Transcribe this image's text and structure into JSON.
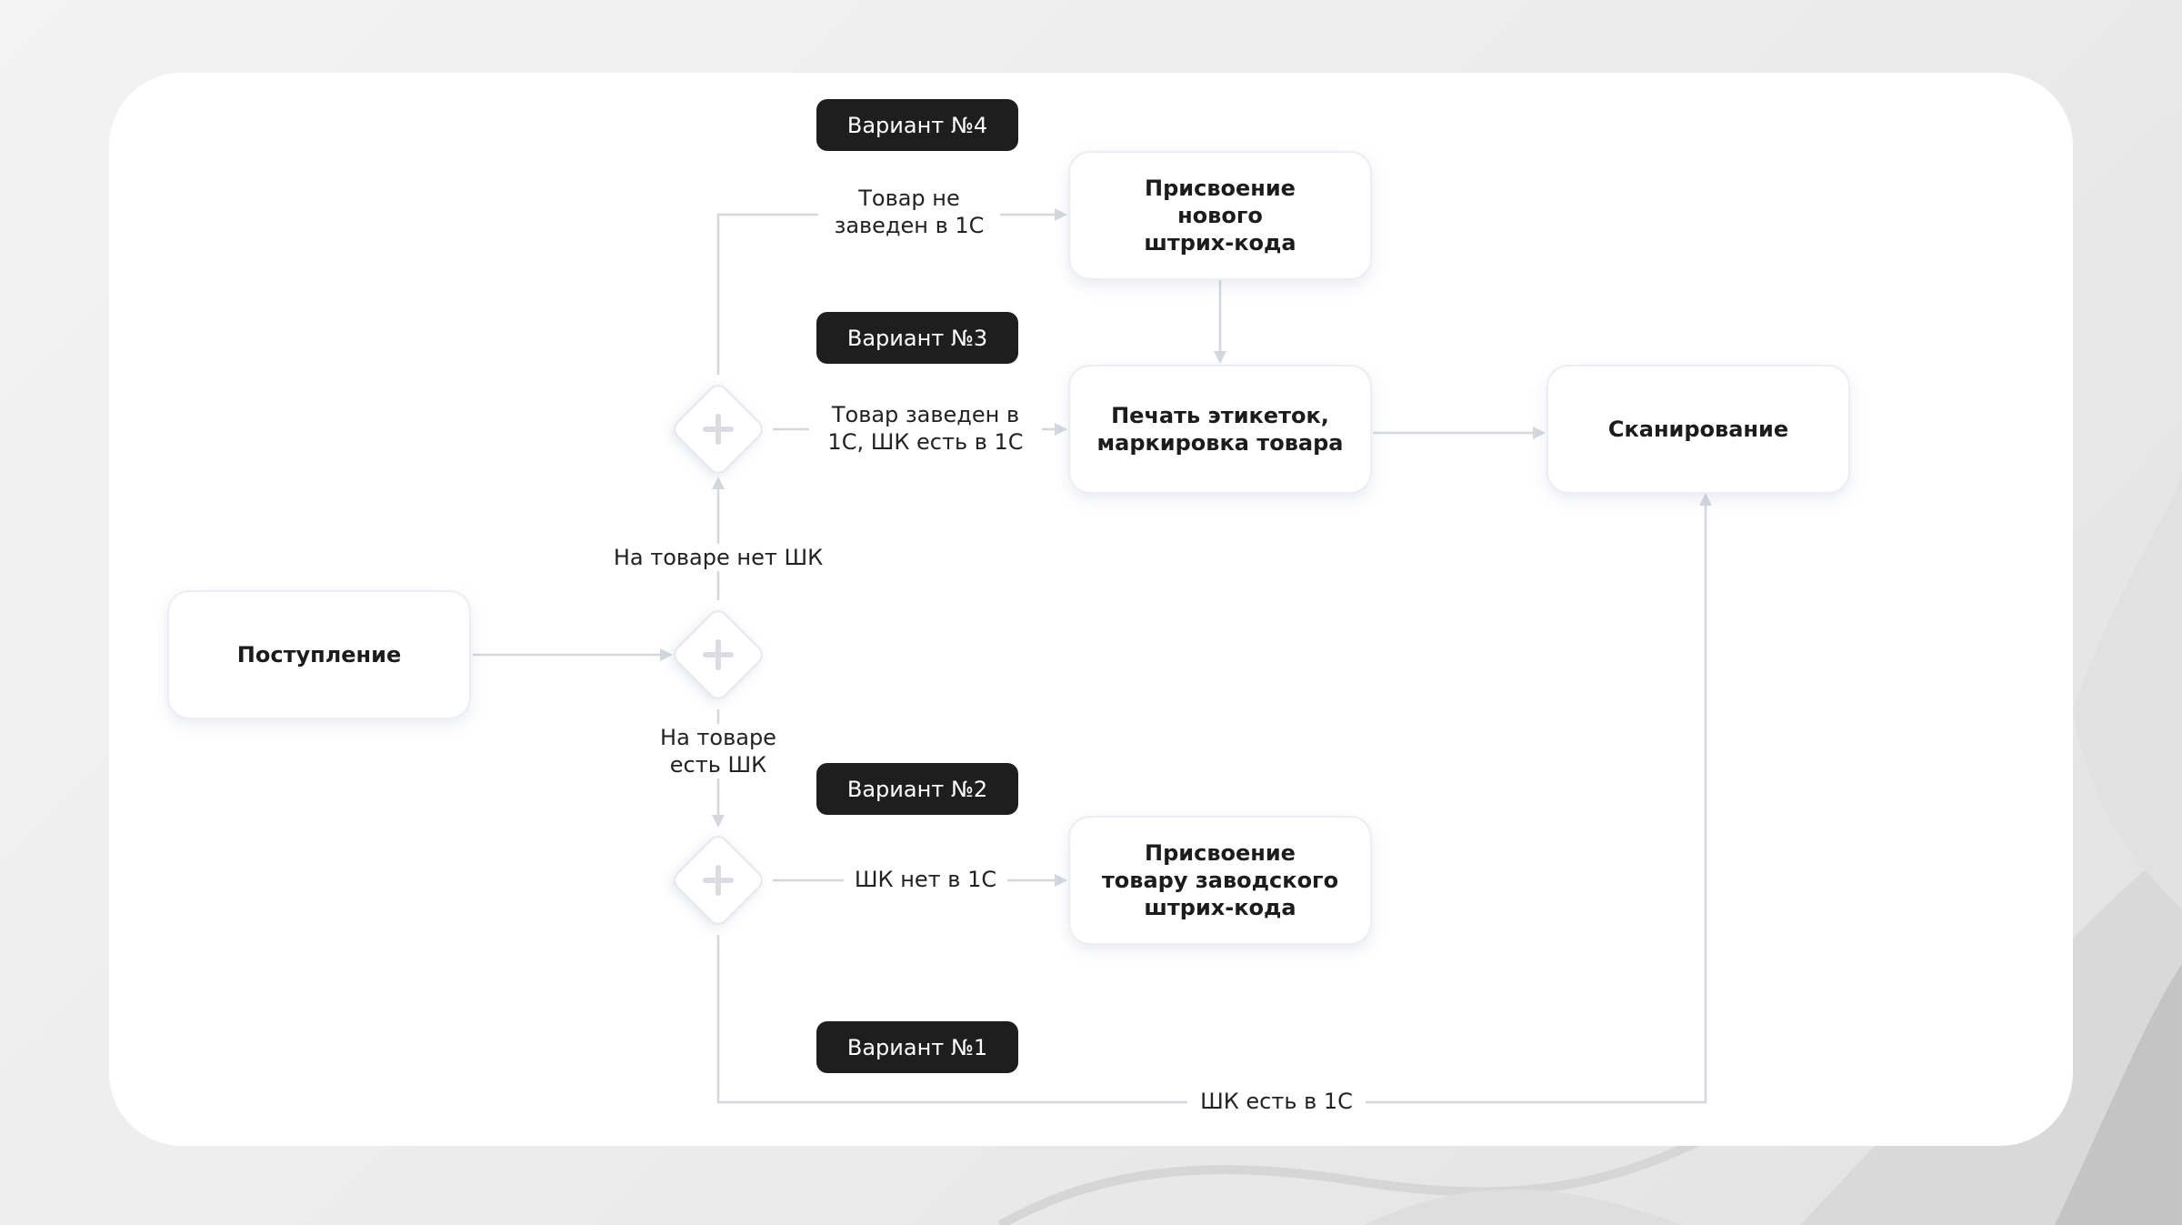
{
  "nodes": {
    "receipt": "Поступление",
    "new_barcode": "Присвоение\nнового\nштрих-кода",
    "print_labels": "Печать этикеток,\nмаркировка товара",
    "scanning": "Сканирование",
    "factory_barcode": "Присвоение\nтовару заводского\nштрих-кода"
  },
  "badges": {
    "variant4": "Вариант №4",
    "variant3": "Вариант №3",
    "variant2": "Вариант №2",
    "variant1": "Вариант №1"
  },
  "edge_labels": {
    "not_in_1c": "Товар не\nзаведен в 1С",
    "in_1c_barcode_in_1c": "Товар заведен в\n1С, ШК есть в 1С",
    "no_barcode_on_item": "На товаре нет ШК",
    "barcode_on_item": "На товаре\nесть ШК",
    "barcode_not_in_1c": "ШК нет в 1С",
    "barcode_in_1c": "ШК есть в 1С"
  },
  "icons": {
    "gateway": "plus-icon",
    "arrow": "arrowhead-icon"
  },
  "colors": {
    "badge_background": "#1e1e1e",
    "badge_text": "#ffffff",
    "connector": "#d4d7de",
    "gateway_plus": "#dadce2"
  }
}
